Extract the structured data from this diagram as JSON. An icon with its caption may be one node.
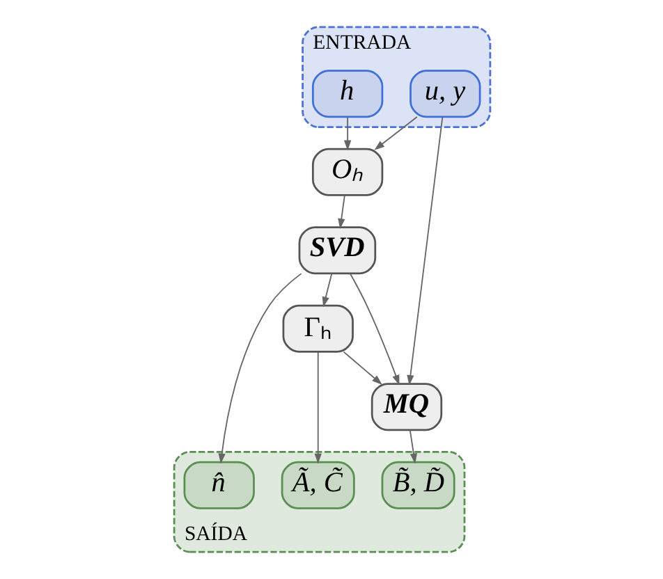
{
  "diagram": {
    "nodes": [
      {
        "text": [
          "ENTRADA"
        ]
      },
      {
        "text": [
          "h"
        ],
        "in": 0
      },
      {
        "text": [
          "u, y"
        ],
        "in": 0
      },
      {
        "text": [
          "Oₕ"
        ]
      },
      {
        "text": [
          "SVD"
        ]
      },
      {
        "text": [
          "Γₕ"
        ]
      },
      {
        "text": [
          "MQ"
        ]
      },
      {
        "text": [
          "SAÍDA"
        ]
      },
      {
        "text": [
          "n̂"
        ],
        "in": 7
      },
      {
        "text": [
          "Ã, C̃"
        ],
        "in": 7
      },
      {
        "text": [
          "B̃, D̃"
        ],
        "in": 7
      }
    ],
    "edges": [
      {
        "from": 1,
        "to": 3,
        "arrow": "to"
      },
      {
        "from": 2,
        "to": 3,
        "arrow": "to"
      },
      {
        "from": 2,
        "to": 6,
        "arrow": "to"
      },
      {
        "from": 3,
        "to": 4,
        "arrow": "to"
      },
      {
        "from": 4,
        "to": 6,
        "arrow": "to"
      },
      {
        "from": 4,
        "to": 5,
        "arrow": "to"
      },
      {
        "from": 5,
        "to": 6,
        "arrow": "to"
      },
      {
        "from": 4,
        "to": 8,
        "arrow": "to"
      },
      {
        "from": 5,
        "to": 9,
        "arrow": "to"
      },
      {
        "from": 6,
        "to": 10,
        "arrow": "to"
      }
    ]
  }
}
